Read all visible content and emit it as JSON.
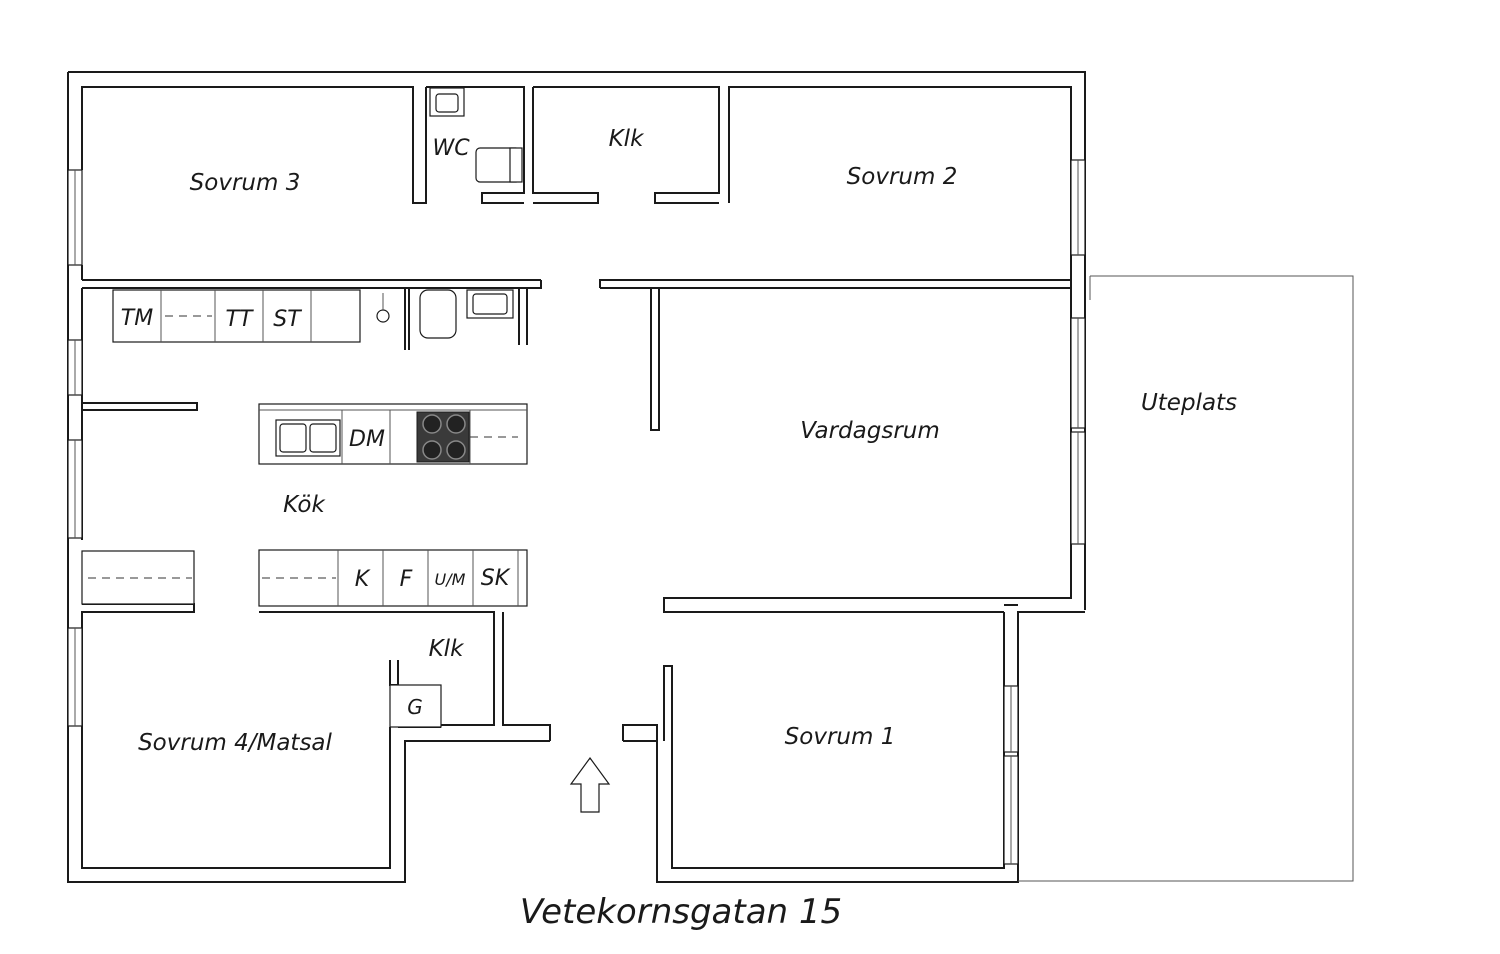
{
  "plan": {
    "address": "Vetekornsgatan 15",
    "rooms": {
      "sovrum3": "Sovrum 3",
      "wc": "WC",
      "klk_top": "Klk",
      "sovrum2": "Sovrum 2",
      "vardagsrum": "Vardagsrum",
      "uteplats": "Uteplats",
      "kok": "Kök",
      "klk_bottom": "Klk",
      "sovrum4": "Sovrum 4/Matsal",
      "sovrum1": "Sovrum 1"
    },
    "appliances": {
      "tm": "TM",
      "tt": "TT",
      "st": "ST",
      "dm": "DM",
      "k": "K",
      "f": "F",
      "um": "U/M",
      "sk": "SK",
      "g": "G"
    }
  }
}
